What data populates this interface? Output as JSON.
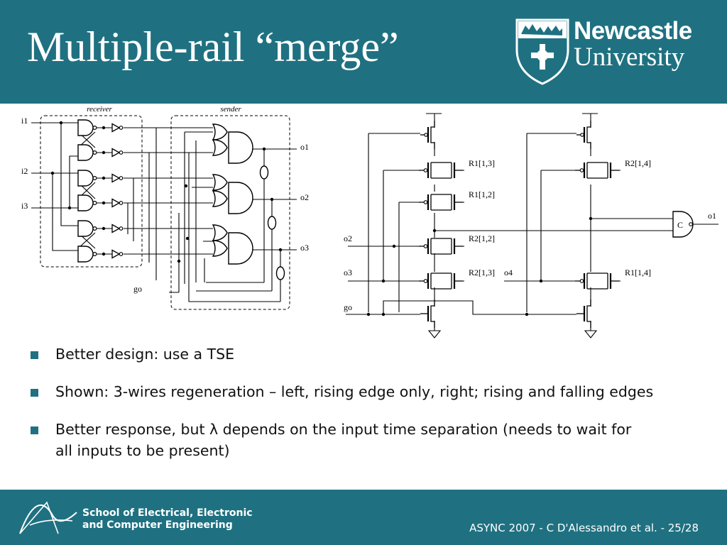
{
  "slide": {
    "title": "Multiple-rail “merge”",
    "logo": {
      "line1": "Newcastle",
      "line2": "University",
      "crest": "university-crest"
    }
  },
  "diagram": {
    "left": {
      "box_labels": {
        "receiver": "receiver",
        "sender": "sender"
      },
      "inputs": [
        "i1",
        "i2",
        "i3"
      ],
      "outputs": [
        "o1",
        "o2",
        "o3"
      ],
      "go": "go"
    },
    "right": {
      "transistor_labels": [
        "R1[1,3]",
        "R1[1,2]",
        "R2[1,2]",
        "R2[1,3]",
        "R2[1,4]",
        "R1[1,4]"
      ],
      "signals": {
        "o2": "o2",
        "o3": "o3",
        "o4": "o4",
        "go": "go",
        "o1": "o1"
      },
      "celement": "C"
    }
  },
  "bullets": [
    "Better design: use a TSE",
    "Shown: 3-wires regeneration – left, rising edge only, right; rising and falling edges",
    "Better response, but λ depends on the input time separation (needs to wait for all inputs to be present)"
  ],
  "footer": {
    "school_line1": "School of Electrical, Electronic",
    "school_line2": "and Computer Engineering",
    "footnote": "ASYNC 2007 - C D'Alessandro et al. - 25/28"
  },
  "colors": {
    "brand": "#1f7181",
    "bullet": "#1f7181",
    "text": "#111111"
  }
}
